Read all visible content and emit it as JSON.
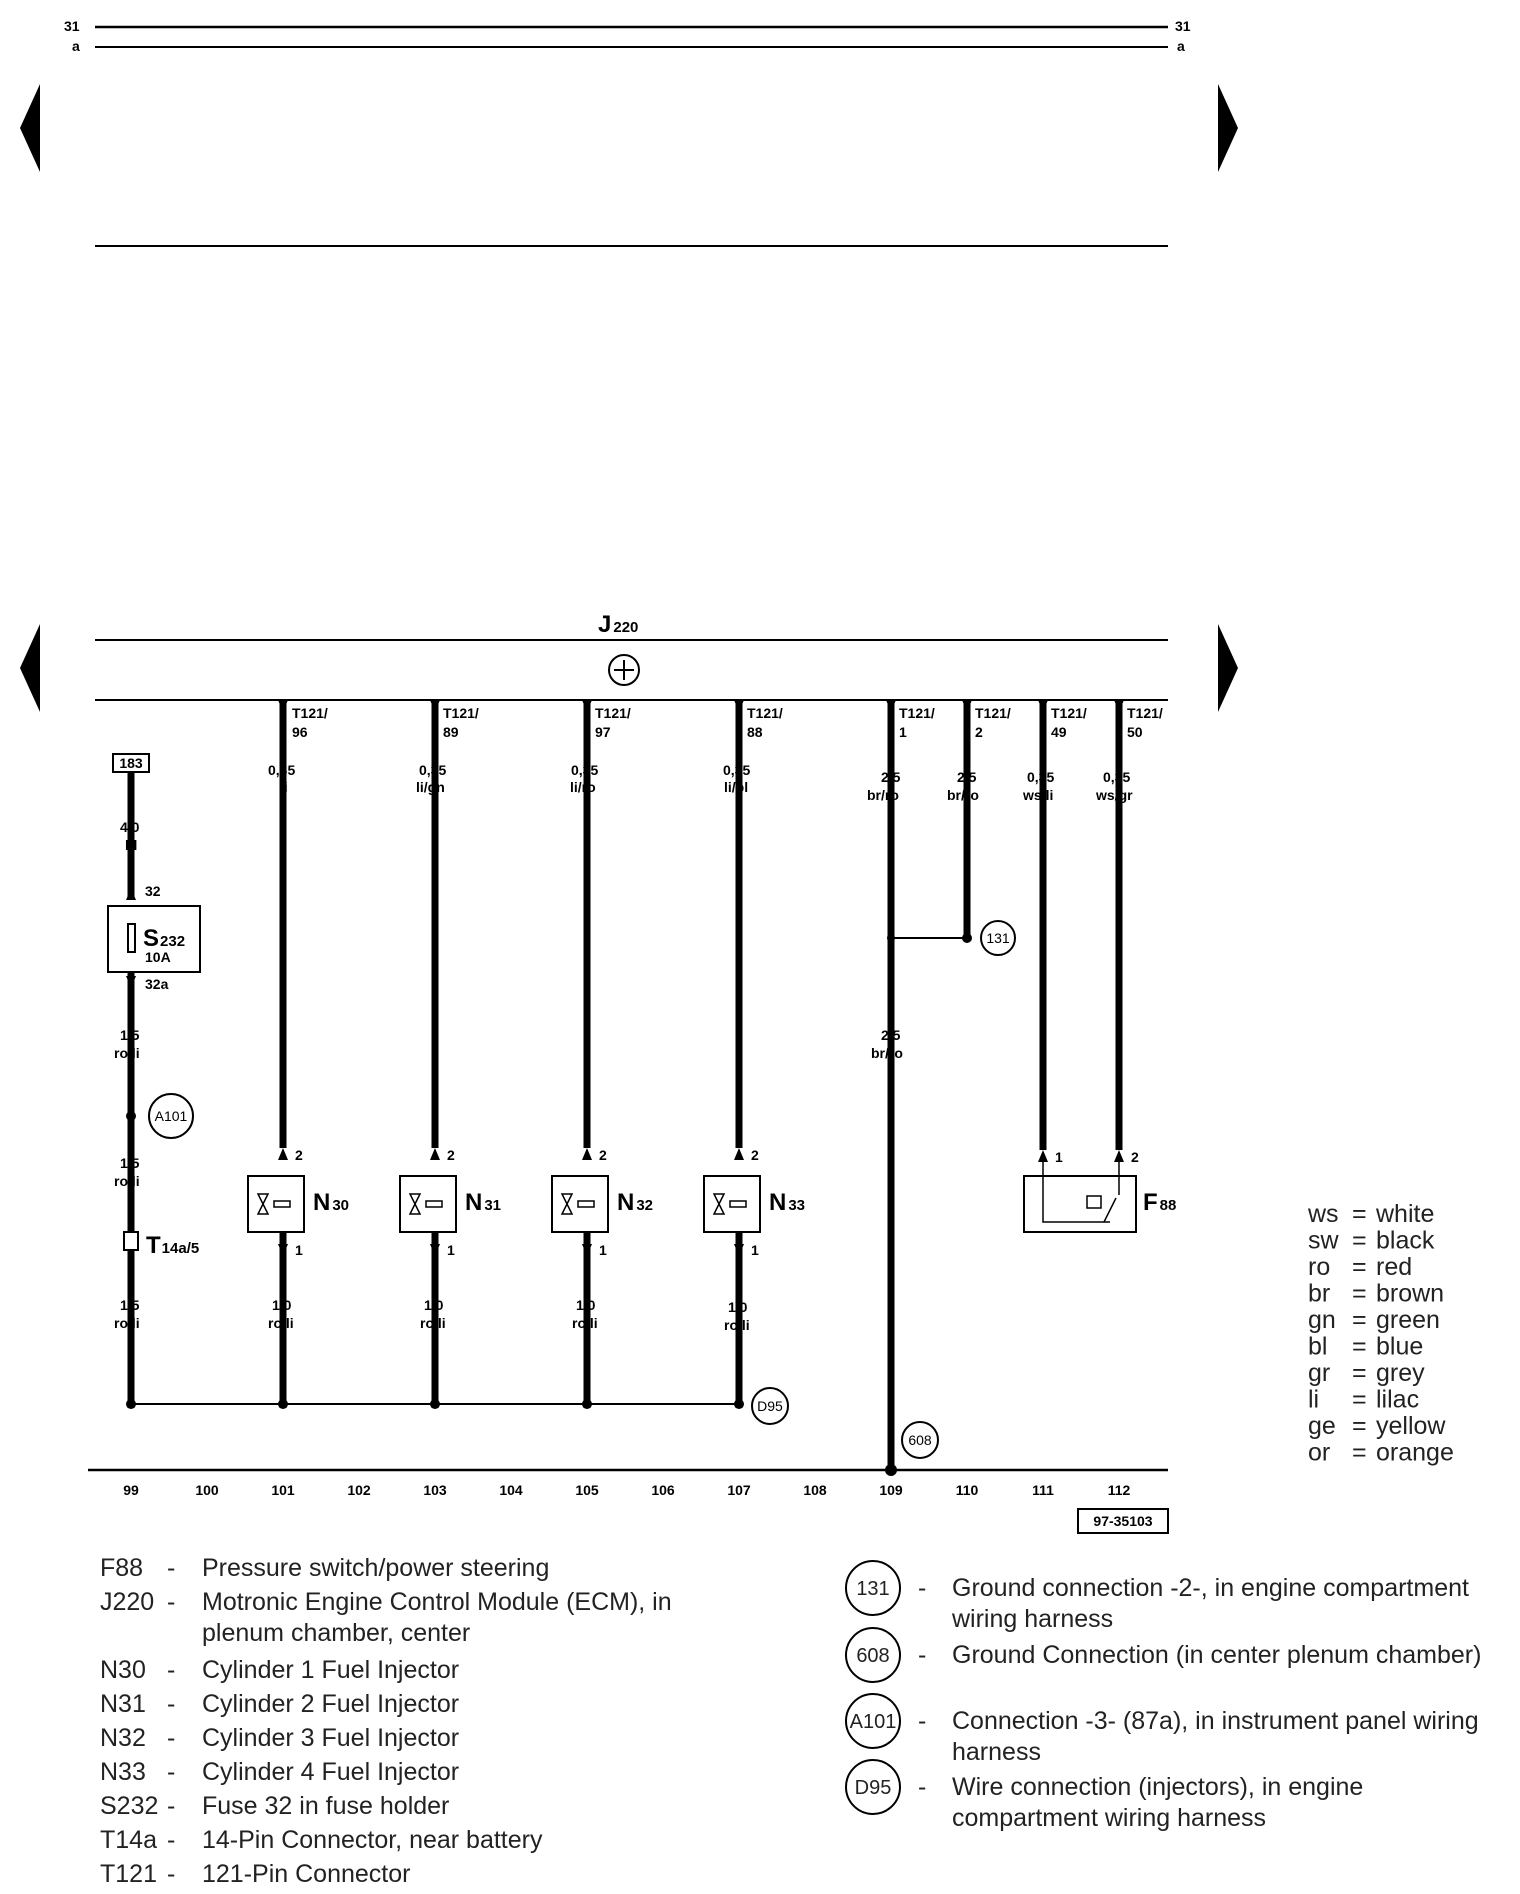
{
  "diagram": {
    "ecm": {
      "code": "J",
      "sub": "220"
    },
    "top_rail": {
      "left_a": "31",
      "left_b": "a",
      "right_a": "31",
      "right_b": "a"
    },
    "ecm_pins": [
      {
        "pin": "T121/",
        "num": "96",
        "size": "0,35",
        "color": "li"
      },
      {
        "pin": "T121/",
        "num": "89",
        "size": "0,35",
        "color": "li/gn"
      },
      {
        "pin": "T121/",
        "num": "97",
        "size": "0,35",
        "color": "li/ro"
      },
      {
        "pin": "T121/",
        "num": "88",
        "size": "0,35",
        "color": "li/bl"
      },
      {
        "pin": "T121/",
        "num": "1",
        "size": "2,5",
        "color": "br/ro"
      },
      {
        "pin": "T121/",
        "num": "2",
        "size": "2,5",
        "color": "br/ro"
      },
      {
        "pin": "T121/",
        "num": "49",
        "size": "0,35",
        "color": "ws/li"
      },
      {
        "pin": "T121/",
        "num": "50",
        "size": "0,35",
        "color": "ws/gr"
      }
    ],
    "fuse_feed": {
      "ref": "183",
      "upper_size": "4,0",
      "upper_color": "bl",
      "pin_in": "32",
      "fuse_code": "S",
      "fuse_sub": "232",
      "fuse_rating": "10A",
      "pin_out": "32a",
      "mid_size": "1,5",
      "mid_color": "ro/li",
      "conn": "A101",
      "low_size": "1,5",
      "low_color": "ro/li",
      "t14_code": "T",
      "t14_sub": "14a/5",
      "bot_size": "1,5",
      "bot_color": "ro/li"
    },
    "injectors": [
      {
        "code": "N",
        "sub": "30",
        "pin_top": "2",
        "pin_bot": "1",
        "bot_size": "1,0",
        "bot_color": "ro/li"
      },
      {
        "code": "N",
        "sub": "31",
        "pin_top": "2",
        "pin_bot": "1",
        "bot_size": "1,0",
        "bot_color": "ro/li"
      },
      {
        "code": "N",
        "sub": "32",
        "pin_top": "2",
        "pin_bot": "1",
        "bot_size": "1,0",
        "bot_color": "ro/li"
      },
      {
        "code": "N",
        "sub": "33",
        "pin_top": "2",
        "pin_bot": "1",
        "bot_size": "1,0",
        "bot_color": "ro/li"
      }
    ],
    "ground_131": "131",
    "ground_608": "608",
    "conn_d95": "D95",
    "ground_wire": {
      "size": "2,5",
      "color": "br/ro"
    },
    "switch": {
      "code": "F",
      "sub": "88",
      "pin_left": "1",
      "pin_right": "2"
    },
    "tracks": [
      "99",
      "100",
      "101",
      "102",
      "103",
      "104",
      "105",
      "106",
      "107",
      "108",
      "109",
      "110",
      "111",
      "112"
    ],
    "ref_number": "97-35103"
  },
  "color_key": [
    {
      "abbr": "ws",
      "name": "white"
    },
    {
      "abbr": "sw",
      "name": "black"
    },
    {
      "abbr": "ro",
      "name": "red"
    },
    {
      "abbr": "br",
      "name": "brown"
    },
    {
      "abbr": "gn",
      "name": "green"
    },
    {
      "abbr": "bl",
      "name": "blue"
    },
    {
      "abbr": "gr",
      "name": "grey"
    },
    {
      "abbr": "li",
      "name": "lilac"
    },
    {
      "abbr": "ge",
      "name": "yellow"
    },
    {
      "abbr": "or",
      "name": "orange"
    }
  ],
  "legend_left": [
    {
      "code": "F88",
      "sep": "-",
      "lines": [
        "Pressure switch/power steering"
      ]
    },
    {
      "code": "J220",
      "sep": "-",
      "lines": [
        "Motronic Engine Control Module (ECM), in",
        "plenum chamber, center"
      ]
    },
    {
      "code": "N30",
      "sep": "-",
      "lines": [
        "Cylinder 1 Fuel Injector"
      ]
    },
    {
      "code": "N31",
      "sep": "-",
      "lines": [
        "Cylinder 2 Fuel Injector"
      ]
    },
    {
      "code": "N32",
      "sep": "-",
      "lines": [
        "Cylinder 3 Fuel Injector"
      ]
    },
    {
      "code": "N33",
      "sep": "-",
      "lines": [
        "Cylinder 4 Fuel Injector"
      ]
    },
    {
      "code": "S232",
      "sep": "-",
      "lines": [
        "Fuse 32 in fuse holder"
      ]
    },
    {
      "code": "T14a",
      "sep": "-",
      "lines": [
        "14-Pin Connector, near battery"
      ]
    },
    {
      "code": "T121",
      "sep": "-",
      "lines": [
        "121-Pin Connector"
      ]
    }
  ],
  "legend_right": [
    {
      "symbol": "131",
      "sep": "-",
      "lines": [
        "Ground connection -2-, in engine compartment",
        "wiring harness"
      ]
    },
    {
      "symbol": "608",
      "sep": "-",
      "lines": [
        "Ground Connection (in center plenum chamber)"
      ]
    },
    {
      "symbol": "A101",
      "sep": "-",
      "lines": [
        "Connection -3- (87a), in instrument panel wiring",
        "harness"
      ]
    },
    {
      "symbol": "D95",
      "sep": "-",
      "lines": [
        "Wire connection (injectors), in engine",
        "compartment wiring harness"
      ]
    }
  ]
}
